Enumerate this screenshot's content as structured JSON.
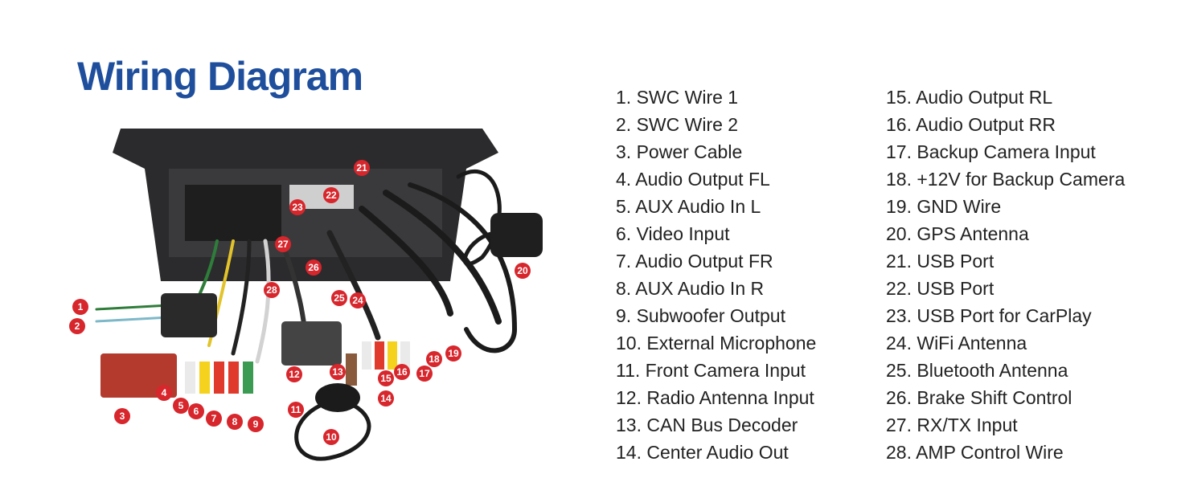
{
  "title": "Wiring Diagram",
  "colors": {
    "title": "#1f4f9c",
    "badge": "#d7262c",
    "text": "#222222"
  },
  "legend": {
    "left": [
      "1. SWC Wire 1",
      "2. SWC Wire 2",
      "3. Power Cable",
      "4. Audio Output FL",
      "5. AUX Audio In L",
      "6. Video Input",
      "7. Audio Output FR",
      "8. AUX Audio In R",
      "9. Subwoofer Output",
      "10. External Microphone",
      "11. Front Camera Input",
      "12. Radio Antenna Input",
      "13. CAN Bus Decoder",
      "14. Center Audio Out"
    ],
    "right": [
      "15. Audio Output RL",
      "16. Audio Output RR",
      "17. Backup Camera Input",
      "18. +12V for Backup Camera",
      "19. GND Wire",
      "20. GPS Antenna",
      "21. USB Port",
      "22. USB Port",
      "23. USB Port for CarPlay",
      "24. WiFi Antenna",
      "25. Bluetooth Antenna",
      "26. Brake Shift Control",
      "27. RX/TX Input",
      "28. AMP Control Wire"
    ]
  },
  "badges": [
    "1",
    "2",
    "3",
    "4",
    "5",
    "6",
    "7",
    "8",
    "9",
    "10",
    "11",
    "12",
    "13",
    "14",
    "15",
    "16",
    "17",
    "18",
    "19",
    "20",
    "21",
    "22",
    "23",
    "24",
    "25",
    "26",
    "27",
    "28"
  ]
}
